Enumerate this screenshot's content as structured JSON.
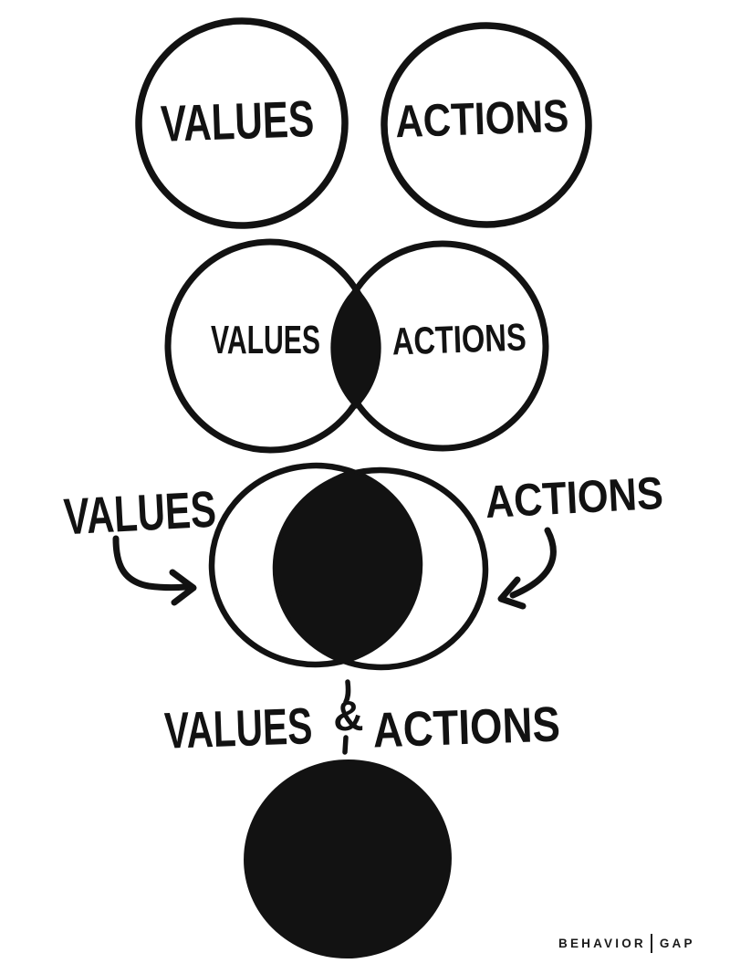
{
  "colors": {
    "background": "#ffffff",
    "ink": "#121212"
  },
  "stages": [
    {
      "name": "separate",
      "left_label": "VALUES",
      "right_label": "ACTIONS"
    },
    {
      "name": "touching",
      "left_label": "VALUES",
      "right_label": "ACTIONS"
    },
    {
      "name": "overlapping",
      "left_label": "VALUES",
      "right_label": "ACTIONS"
    },
    {
      "name": "merged",
      "left_word": "VALUES",
      "ampersand": "&",
      "right_word": "ACTIONS"
    }
  ],
  "brand": {
    "name_left": "BEHAVIOR",
    "name_right": "GAP"
  }
}
